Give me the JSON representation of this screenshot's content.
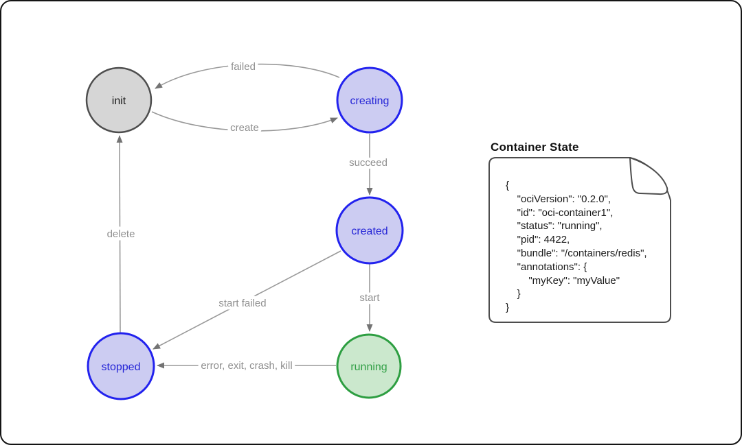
{
  "diagram": {
    "edge_color": "#999999",
    "arrow_color": "#737373",
    "label_color": "#8f8f8f",
    "nodes": [
      {
        "id": "init",
        "label": "init",
        "fill": "#d6d6d6",
        "border": "#4d4d4d",
        "text_color": "#1a1a1a"
      },
      {
        "id": "creating",
        "label": "creating",
        "fill": "#ccccf2",
        "border": "#2222ee",
        "text_color": "#2424d6"
      },
      {
        "id": "created",
        "label": "created",
        "fill": "#ccccf2",
        "border": "#2222ee",
        "text_color": "#2424d6"
      },
      {
        "id": "running",
        "label": "running",
        "fill": "#cbe8cd",
        "border": "#2d9e41",
        "text_color": "#2f9e44"
      },
      {
        "id": "stopped",
        "label": "stopped",
        "fill": "#ccccf2",
        "border": "#2222ee",
        "text_color": "#2424d6"
      }
    ],
    "edges": [
      {
        "from": "creating",
        "to": "init",
        "label": "failed"
      },
      {
        "from": "init",
        "to": "creating",
        "label": "create"
      },
      {
        "from": "creating",
        "to": "created",
        "label": "succeed"
      },
      {
        "from": "created",
        "to": "running",
        "label": "start"
      },
      {
        "from": "created",
        "to": "stopped",
        "label": "start failed"
      },
      {
        "from": "running",
        "to": "stopped",
        "label": "error, exit, crash, kill"
      },
      {
        "from": "stopped",
        "to": "init",
        "label": "delete"
      }
    ]
  },
  "panel": {
    "title": "Container State",
    "border_color": "#4d4d4d",
    "document": {
      "lines": [
        "{",
        "    \"ociVersion\": \"0.2.0\",",
        "    \"id\": \"oci-container1\",",
        "    \"status\": \"running\",",
        "    \"pid\": 4422,",
        "    \"bundle\": \"/containers/redis\",",
        "    \"annotations\": {",
        "        \"myKey\": \"myValue\"",
        "    }",
        "}"
      ]
    }
  }
}
